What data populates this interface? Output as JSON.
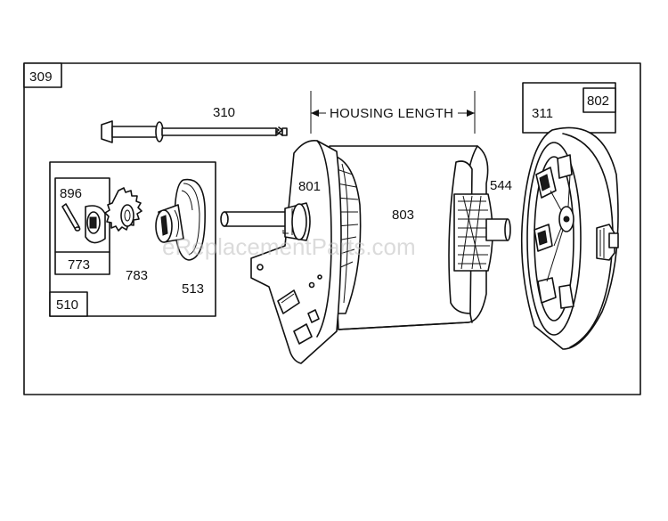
{
  "title_box": "309",
  "dimension_label": "HOUSING LENGTH",
  "parts": {
    "p310": "310",
    "p801": "801",
    "p803": "803",
    "p544": "544",
    "p311": "311",
    "p802": "802",
    "p896": "896",
    "p773": "773",
    "p783": "783",
    "p513": "513",
    "p510": "510"
  },
  "watermark": "eReplacementParts.com"
}
